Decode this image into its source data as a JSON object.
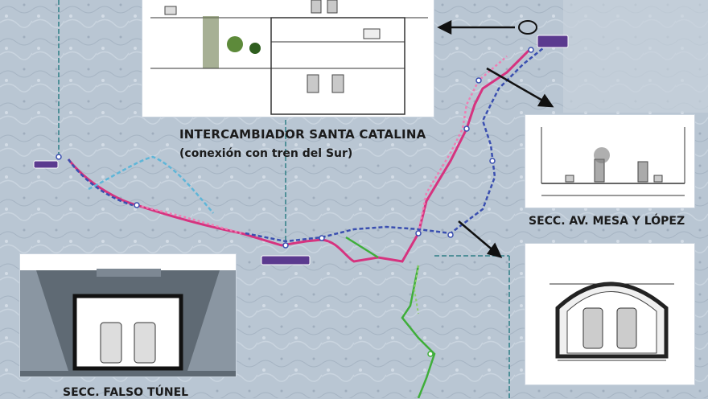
{
  "captions": {
    "santa_catalina_title": "INTERCAMBIADOR SANTA CATALINA",
    "santa_catalina_subtitle": "(conexión con tren del Sur)",
    "mesa_lopez": "SECC. AV. MESA Y LÓPEZ",
    "falso_tunel": "SECC. FALSO TÚNEL"
  },
  "colors": {
    "map_background": "#b9c6d3",
    "route_magenta": "#d6337f",
    "route_blue": "#3a4fb0",
    "route_light_blue": "#5fb6d8",
    "route_green": "#3fae3a",
    "route_pink_dotted": "#ee7fb4",
    "arrow": "#111111",
    "station_tag": "#5b3a8f",
    "tunnel_panel": "#5f6a74"
  },
  "icons": {
    "pointer_arrow": "arrow-icon",
    "station_circle": "station-icon",
    "train_cross_section": "train-icon"
  }
}
